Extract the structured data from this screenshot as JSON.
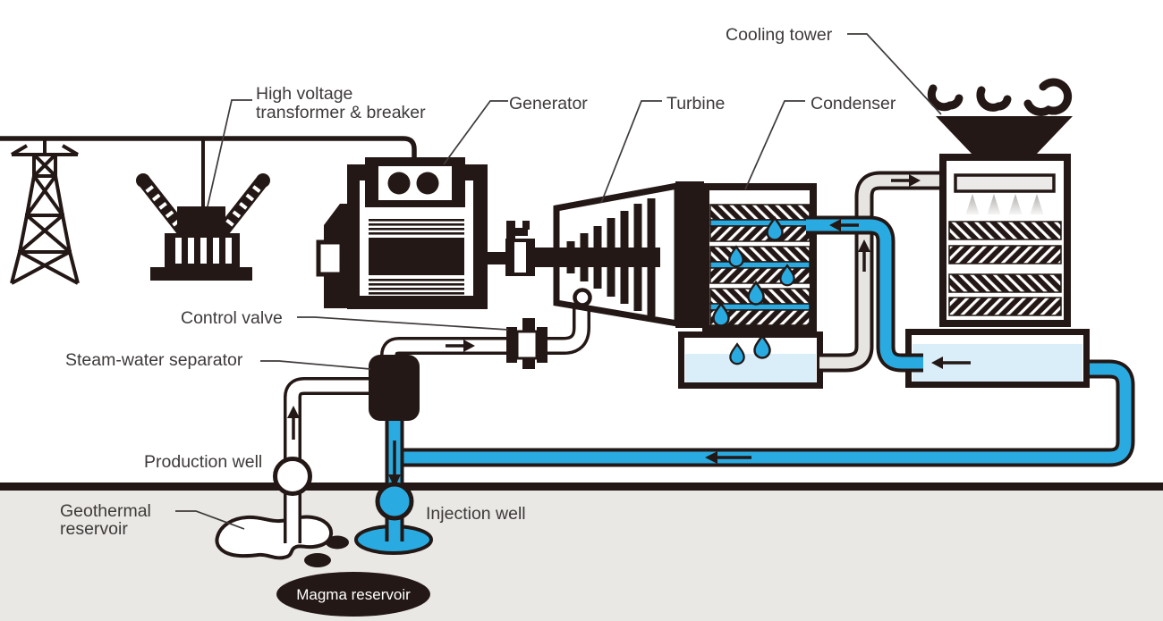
{
  "diagram": {
    "type": "geothermal-power-plant-schematic",
    "labels": {
      "cooling_tower": "Cooling tower",
      "high_voltage_line1": "High voltage",
      "high_voltage_line2": "transformer & breaker",
      "generator": "Generator",
      "turbine": "Turbine",
      "condenser": "Condenser",
      "control_valve": "Control valve",
      "steam_water_separator": "Steam-water separator",
      "production_well": "Production well",
      "geothermal_line1": "Geothermal",
      "geothermal_line2": "reservoir",
      "injection_well": "Injection well",
      "magma_reservoir": "Magma reservoir"
    },
    "colors": {
      "ink": "#231815",
      "water_blue": "#29abe2",
      "basin_water": "#d9eef9",
      "pipe_gray": "#e6e5e2",
      "ground_gray": "#e9e8e5",
      "label_gray": "#3e3a39"
    }
  }
}
